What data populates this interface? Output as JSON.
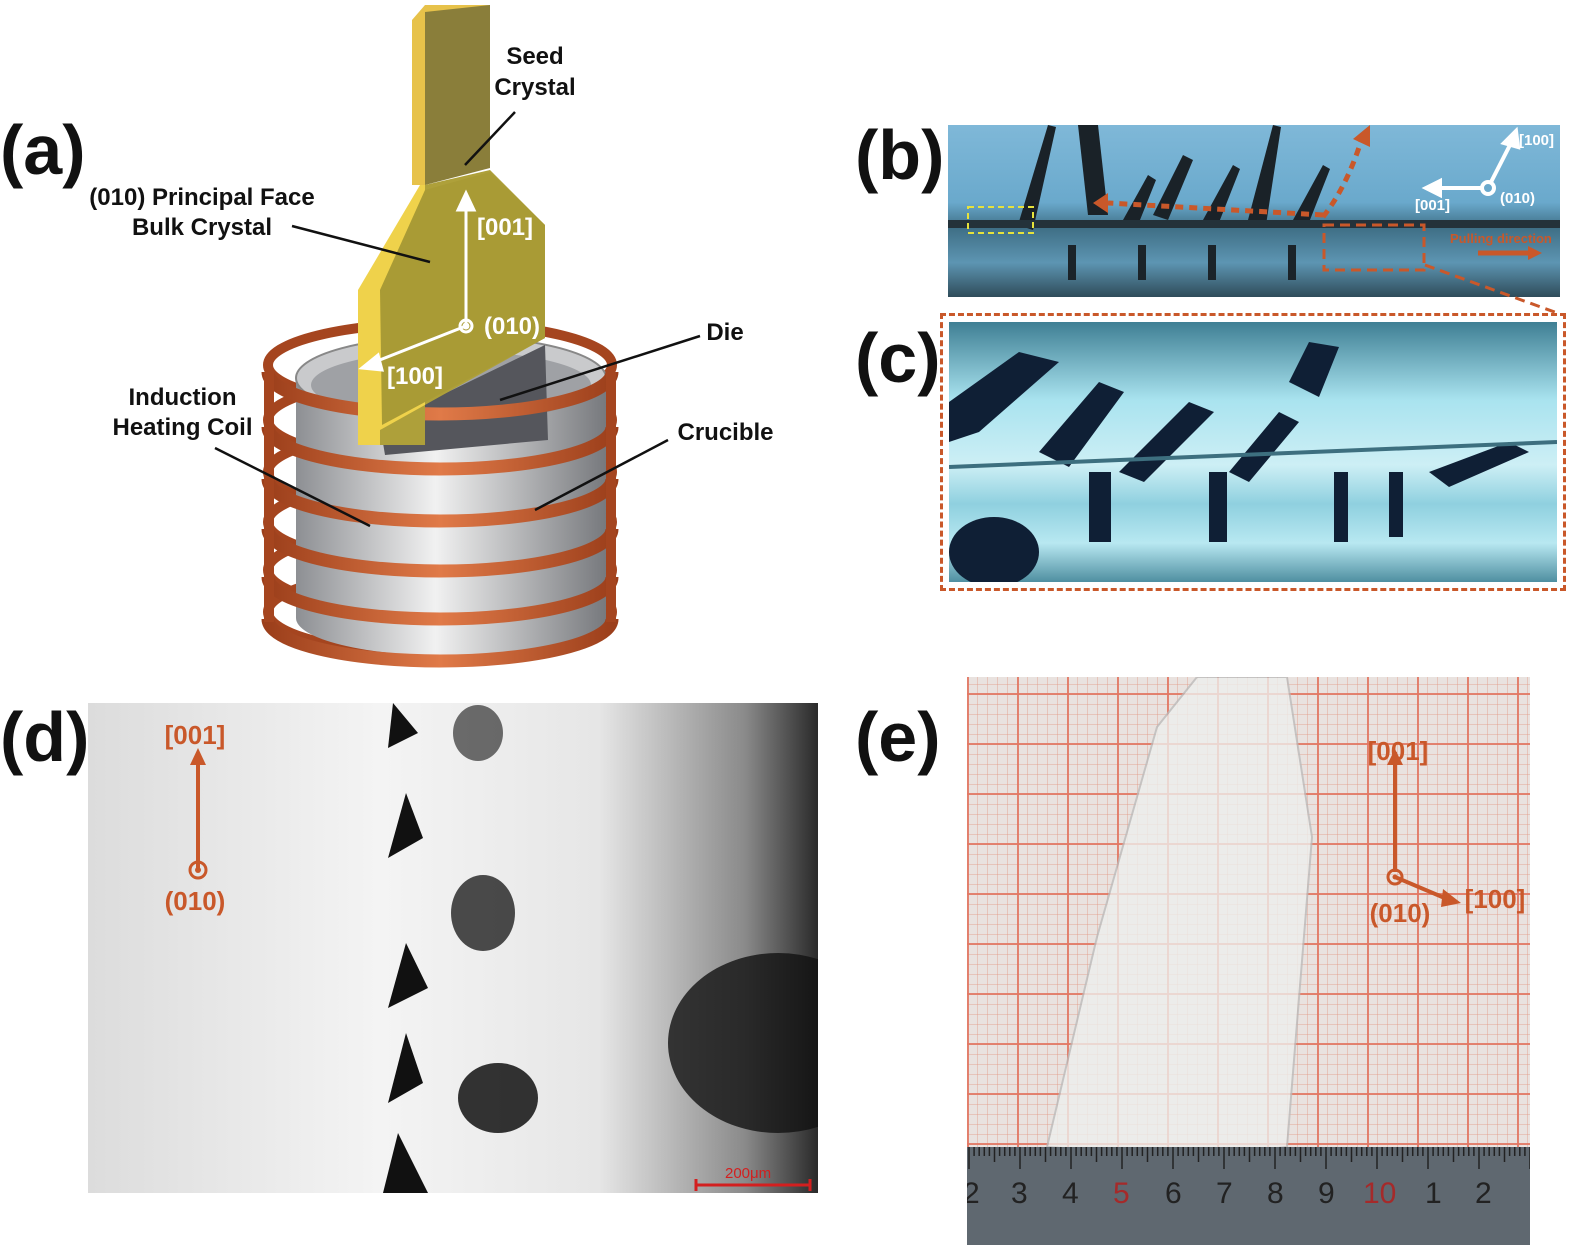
{
  "panel_labels": {
    "a": "(a)",
    "b": "(b)",
    "c": "(c)",
    "d": "(d)",
    "e": "(e)"
  },
  "panel_a": {
    "seed_crystal": [
      "Seed",
      "Crystal"
    ],
    "bulk_crystal": [
      "(010) Principal Face",
      "Bulk Crystal"
    ],
    "dir_001": "[001]",
    "plane_010": "(010)",
    "dir_100": "[100]",
    "die": "Die",
    "coil": [
      "Induction",
      "Heating Coil"
    ],
    "crucible": "Crucible"
  },
  "panel_b": {
    "dir_100": "[100]",
    "dir_001": "[001]",
    "plane_010": "(010)",
    "pulling": "Pulling direction"
  },
  "panel_d": {
    "dir_001": "[001]",
    "plane_010": "(010)",
    "scale_bar": "200μm"
  },
  "panel_e": {
    "dir_001": "[001]",
    "plane_010": "(010)",
    "dir_100": "[100]",
    "ruler_numbers": [
      "2",
      "3",
      "4",
      "5",
      "6",
      "7",
      "8",
      "9",
      "10",
      "1",
      "2"
    ]
  },
  "colors": {
    "accent": "#c9582a",
    "coil": "#c0582c",
    "crystal": "#b5a83a"
  }
}
